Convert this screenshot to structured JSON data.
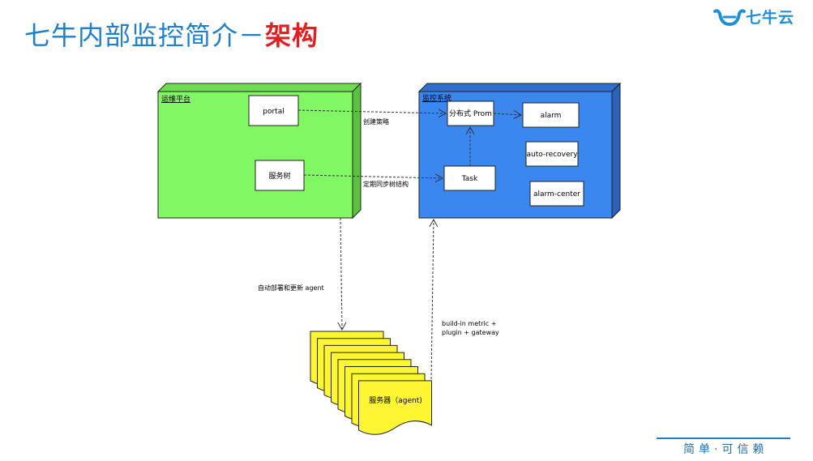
{
  "slide": {
    "title_main": "七牛内部监控简介－",
    "title_highlight": "架构",
    "logo_text": "七牛云",
    "slogan": "简单·可信赖"
  },
  "colors": {
    "title_blue": "#1f7fc8",
    "title_red": "#e02020",
    "ops_platform": "#80f763",
    "monitoring_system": "#3b87f0",
    "server": "#fef533"
  },
  "diagram": {
    "ops_platform": {
      "label": "运维平台",
      "nodes": {
        "portal": "portal",
        "service_tree": "服务树"
      }
    },
    "monitoring_system": {
      "label": "监控系统",
      "nodes": {
        "prom": "分布式 Prom",
        "alarm": "alarm",
        "auto_recovery": "auto-recovery",
        "task": "Task",
        "alarm_center": "alarm-center"
      }
    },
    "server": {
      "label": "服务器（agent)"
    },
    "edges": {
      "create_policy": "创建策略",
      "sync_tree": "定期同步树结构",
      "deploy_agent": "自动部署和更新 agent",
      "metrics_line1": "build-in metric +",
      "metrics_line2": "plugin + gateway"
    }
  }
}
